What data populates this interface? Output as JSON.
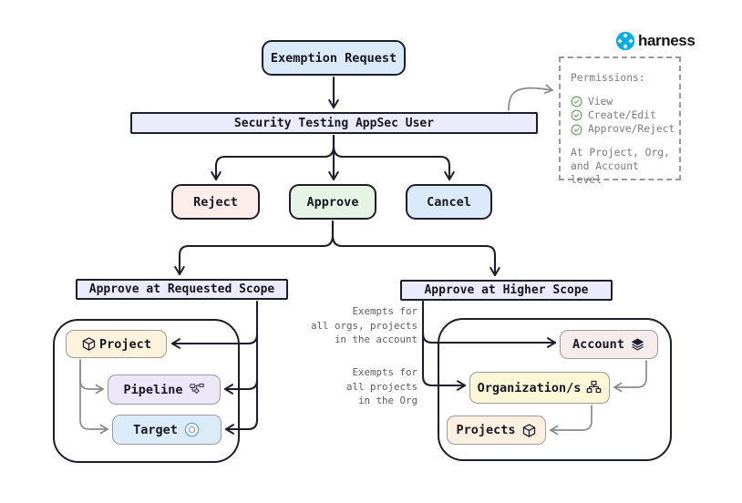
{
  "brand": {
    "name": "harness"
  },
  "nodes": {
    "exemption_request": "Exemption Request",
    "appsec_user": "Security Testing AppSec User",
    "reject": "Reject",
    "approve": "Approve",
    "cancel": "Cancel",
    "requested_scope": "Approve at Requested Scope",
    "higher_scope": "Approve at Higher Scope",
    "project": "Project",
    "pipeline": "Pipeline",
    "target": "Target",
    "account": "Account",
    "organizations": "Organization/s",
    "projects": "Projects"
  },
  "annotations": {
    "account_note": "Exempts for\nall orgs, projects\nin the account",
    "org_note": "Exempts for\nall projects\nin the Org"
  },
  "permissions": {
    "title": "Permissions:",
    "items": [
      "View",
      "Create/Edit",
      "Approve/Reject"
    ],
    "scope_note": "At Project, Org,\nand Account level"
  },
  "colors": {
    "brand_blue": "#00ade4",
    "node_blue": "#dbeaf8",
    "node_lavender": "#ecebfb",
    "node_pink": "#fcedeb",
    "node_green": "#e7f3e4",
    "node_cream": "#fdf2dc",
    "node_yellow": "#fbf7d7",
    "node_rose": "#f5eceb",
    "stroke_dark": "#1e1e2a",
    "stroke_gray": "#8a8a8a",
    "check_green": "#6aa661"
  }
}
